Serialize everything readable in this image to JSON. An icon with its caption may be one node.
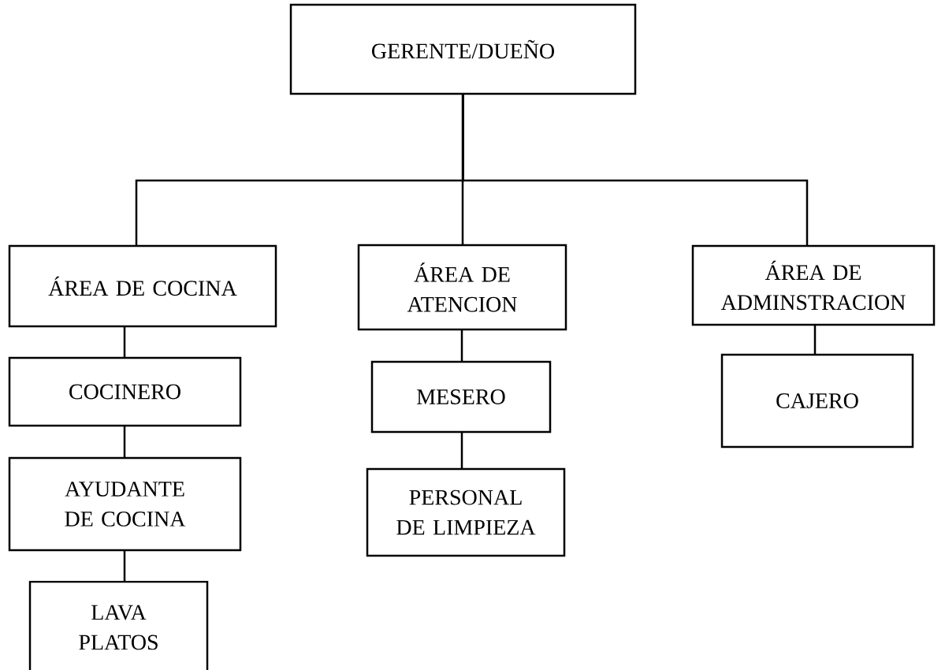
{
  "diagram": {
    "nodes": [
      {
        "text": [
          "GERENTE/DUEÑO"
        ]
      },
      {
        "text": [
          "ÁREA DE COCINA"
        ]
      },
      {
        "text": [
          "ÁREA DE ATENCION"
        ]
      },
      {
        "text": [
          "ÁREA DE ADMINSTRACION"
        ]
      },
      {
        "text": [
          "COCINERO"
        ]
      },
      {
        "text": [
          "MESERO"
        ]
      },
      {
        "text": [
          "CAJERO"
        ]
      },
      {
        "text": [
          "AYUDANTE DE COCINA"
        ]
      },
      {
        "text": [
          "PERSONAL DE LIMPIEZA"
        ]
      },
      {
        "text": [
          "LAVA PLATOS"
        ]
      }
    ],
    "edges": [
      {
        "from": 0,
        "to": 1,
        "arrow": "none"
      },
      {
        "from": 0,
        "to": 2,
        "arrow": "none"
      },
      {
        "from": 0,
        "to": 3,
        "arrow": "none"
      },
      {
        "from": 1,
        "to": 4,
        "arrow": "none"
      },
      {
        "from": 4,
        "to": 7,
        "arrow": "none"
      },
      {
        "from": 7,
        "to": 9,
        "arrow": "none"
      },
      {
        "from": 2,
        "to": 5,
        "arrow": "none"
      },
      {
        "from": 5,
        "to": 8,
        "arrow": "none"
      },
      {
        "from": 3,
        "to": 6,
        "arrow": "none"
      }
    ]
  }
}
